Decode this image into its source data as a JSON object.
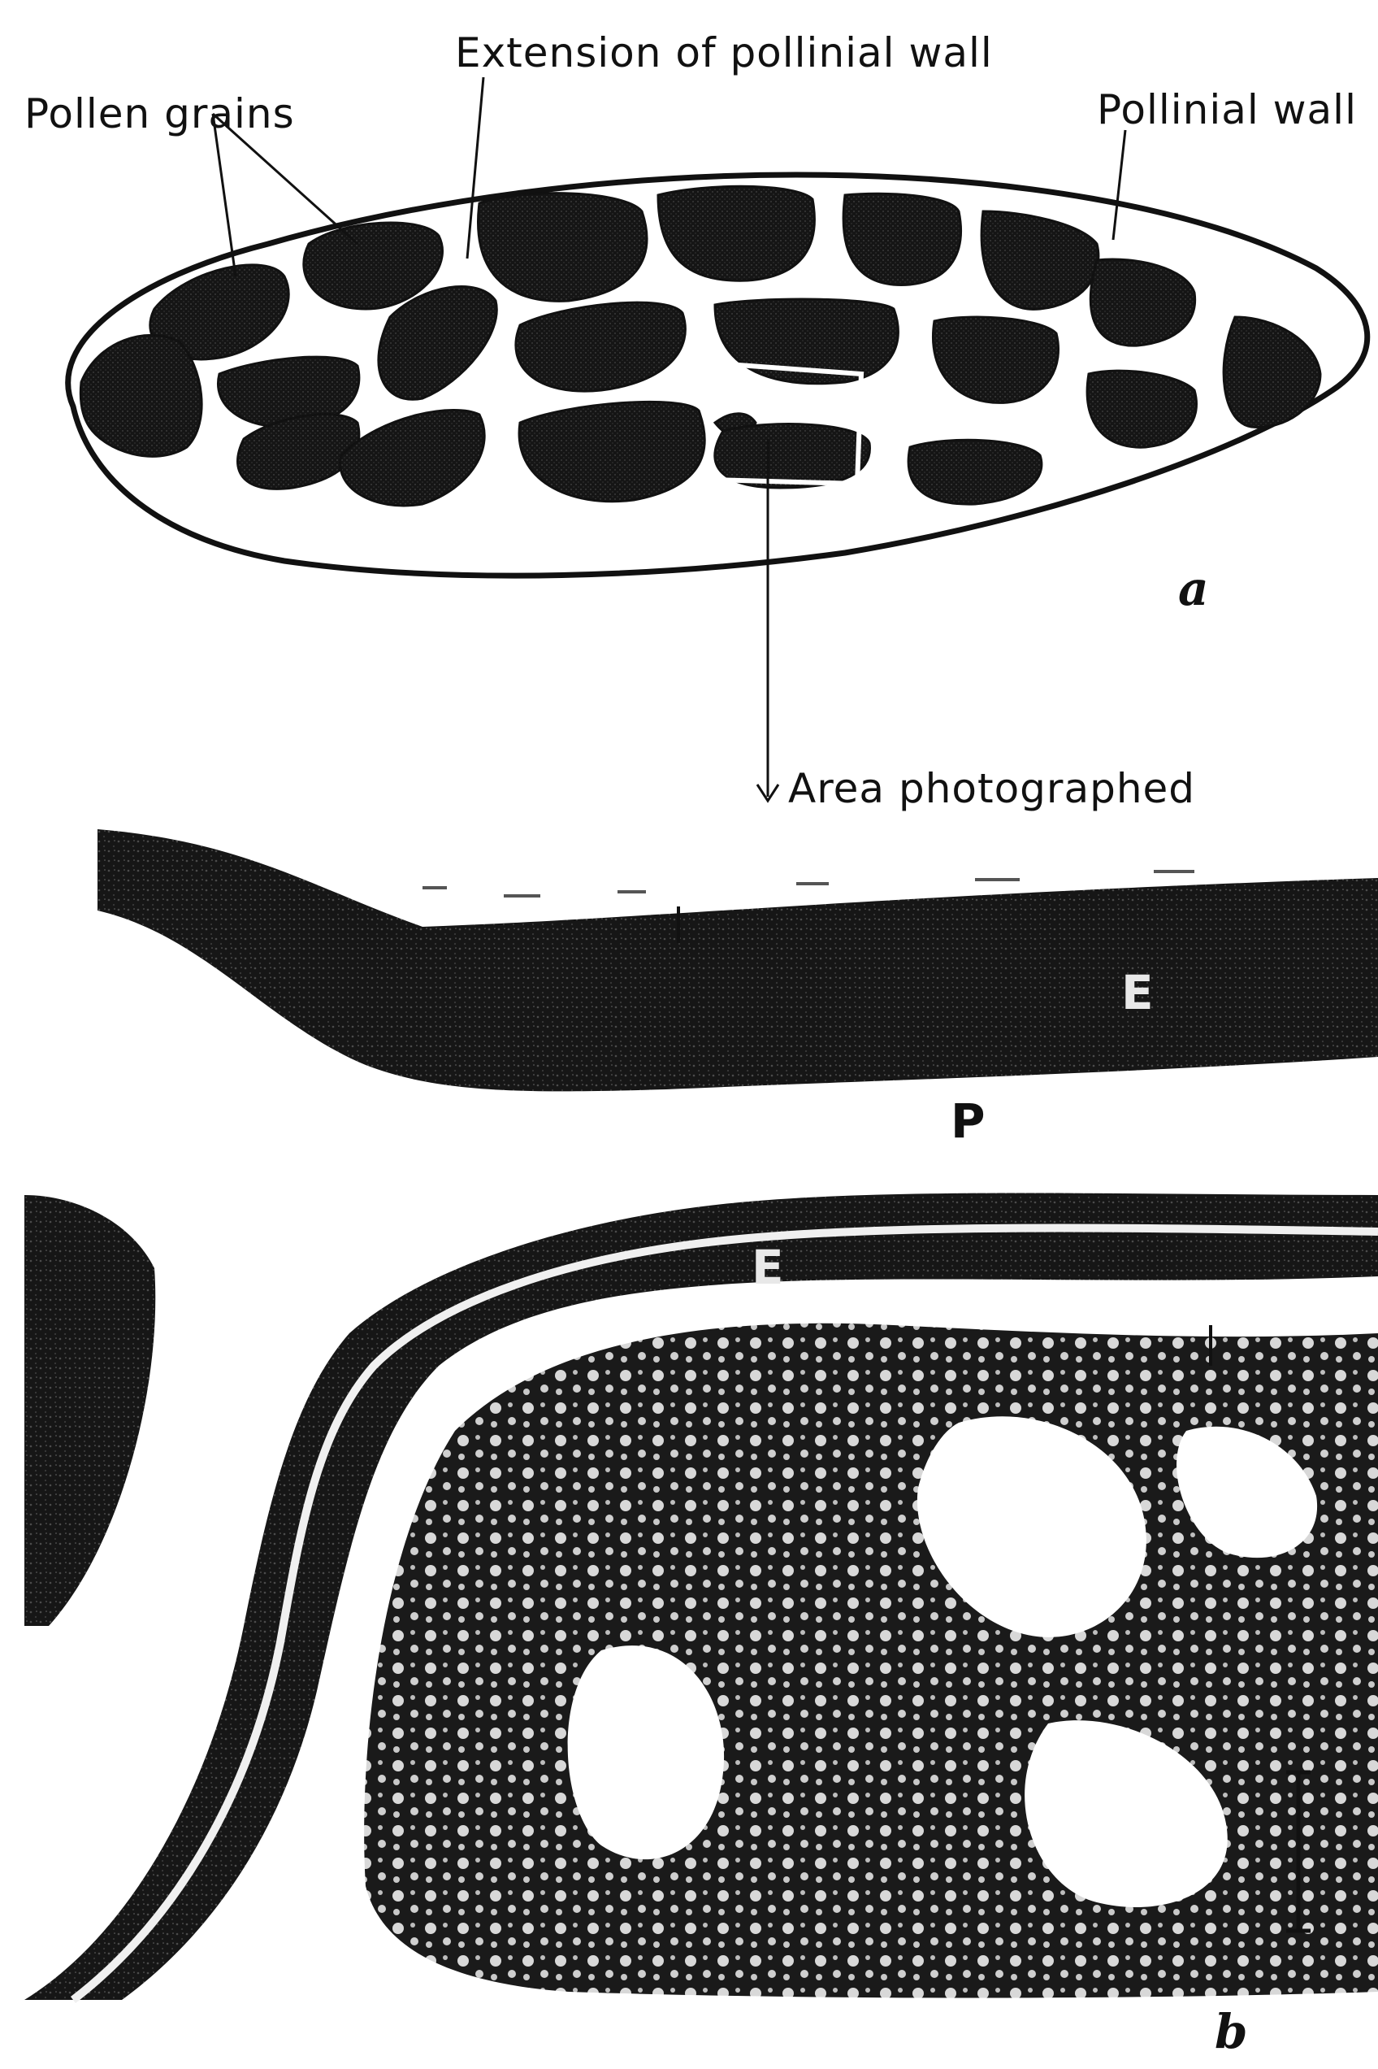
{
  "panel_a": {
    "panel_label": "a",
    "labels": {
      "pollen_grains": "Pollen grains",
      "extension_of_pollinial_wall": "Extension of pollinial wall",
      "pollinial_wall": "Pollinial wall",
      "area_photographed": "Area photographed"
    }
  },
  "panel_b": {
    "panel_label": "b",
    "labels": {
      "exine_upper": "E",
      "exine_lower": "E",
      "pollinial_region": "P"
    }
  },
  "colors": {
    "ink": "#111111",
    "paper": "#ffffff",
    "micrograph_dark": "#141414"
  }
}
